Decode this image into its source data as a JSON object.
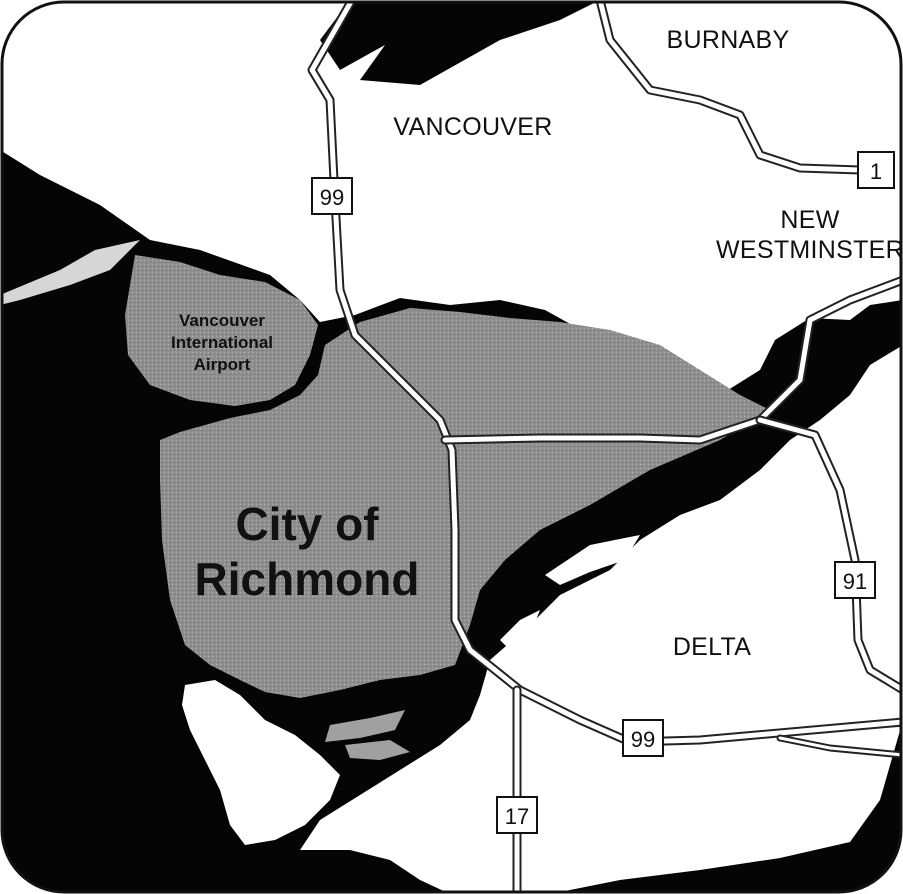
{
  "places": {
    "burnaby": "BURNABY",
    "vancouver": "VANCOUVER",
    "new_westminster_line1": "NEW",
    "new_westminster_line2": "WESTMINSTER",
    "delta": "DELTA",
    "airport_line1": "Vancouver",
    "airport_line2": "International",
    "airport_line3": "Airport",
    "city_line1": "City of",
    "city_line2": "Richmond"
  },
  "highway_shields": {
    "hwy99_north": "99",
    "hwy1": "1",
    "hwy91": "91",
    "hwy99_south": "99",
    "hwy17": "17"
  },
  "colors": {
    "water": "#050505",
    "land": "#ffffff",
    "richmond": "#8f8f8f",
    "airport": "#9a9a9a",
    "road_casing": "#222222",
    "road_fill": "#ffffff"
  }
}
